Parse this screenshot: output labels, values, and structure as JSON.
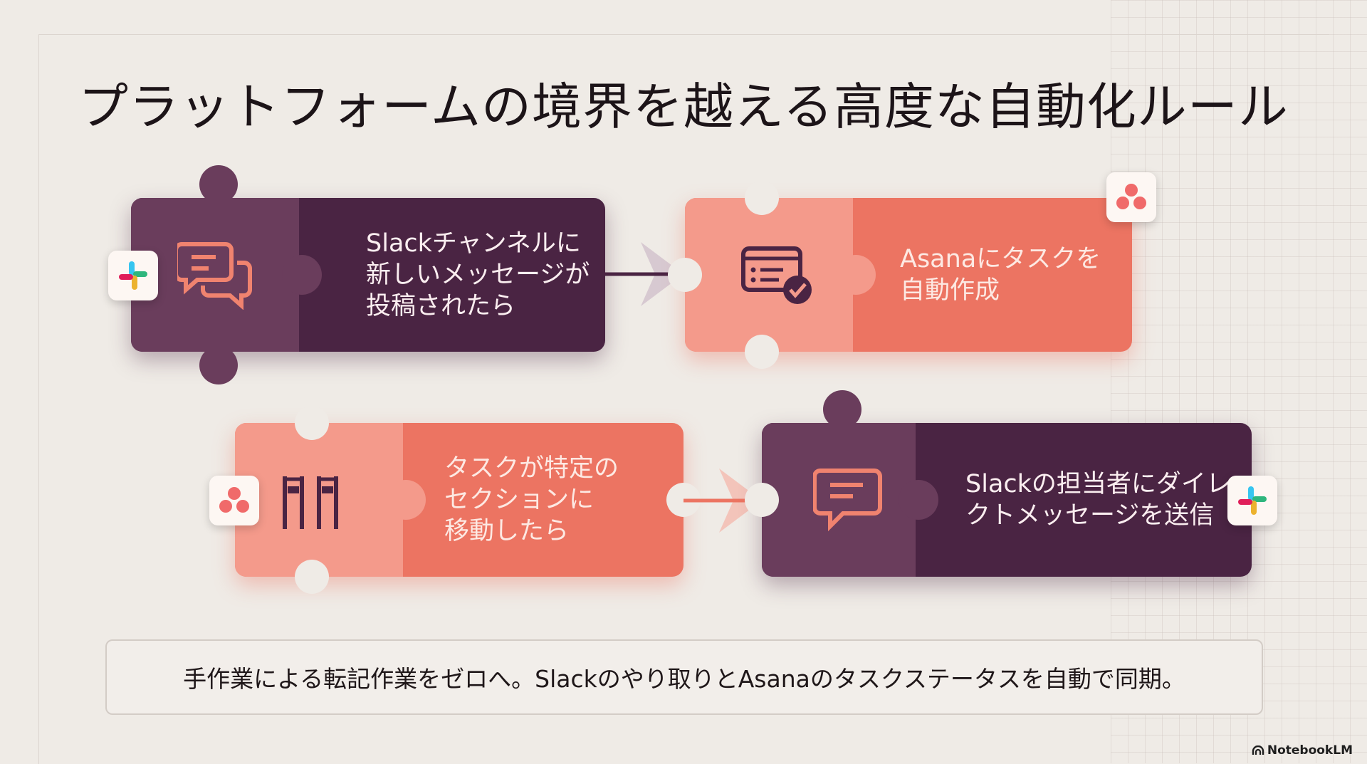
{
  "title": "プラットフォームの境界を越える高度な自動化ルール",
  "rules": [
    {
      "trigger_text": "Slackチャンネルに\n新しいメッセージが\n投稿されたら",
      "trigger_app": "Slack",
      "trigger_icon": "chat-bubbles-icon",
      "action_text": "Asanaにタスクを\n自動作成",
      "action_app": "Asana",
      "action_icon": "task-check-icon"
    },
    {
      "trigger_text": "タスクが特定の\nセクションに\n移動したら",
      "trigger_app": "Asana",
      "trigger_icon": "board-columns-icon",
      "action_text": "Slackの担当者にダイレ\nクトメッセージを送信",
      "action_app": "Slack",
      "action_icon": "message-bubble-icon"
    }
  ],
  "summary": "手作業による転記作業をゼロへ。Slackのやり取りとAsanaのタスクステータスを自動で同期。",
  "brand": "NotebookLM",
  "colors": {
    "dark": "#4a2443",
    "dark_light": "#6a3d5c",
    "coral": "#ec7462",
    "coral_light": "#f49a8b",
    "background": "#efebe6"
  }
}
